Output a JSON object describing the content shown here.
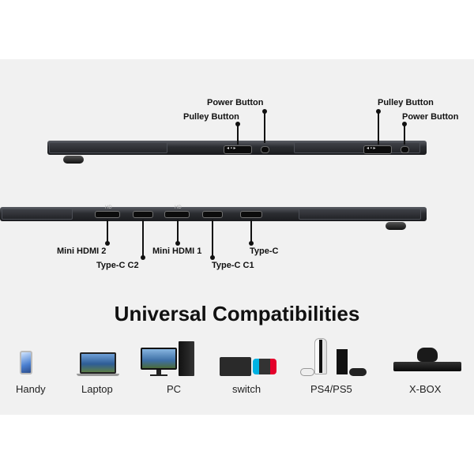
{
  "top_view": {
    "labels": {
      "power_button_left": "Power Button",
      "pulley_button_left": "Pulley Button",
      "pulley_button_right": "Pulley Button",
      "power_button_right": "Power Button"
    }
  },
  "bottom_view": {
    "ports": [
      {
        "name": "Mini HDMI 2",
        "icon": "HD"
      },
      {
        "name": "Type-C C2",
        "icon": "usb-c"
      },
      {
        "name": "Mini HDMI 1",
        "icon": "HD"
      },
      {
        "name": "Type-C C1",
        "icon": "usb-c"
      },
      {
        "name": "Type-C",
        "icon": "power-delivery"
      }
    ]
  },
  "heading": "Universal Compatibilities",
  "devices": [
    {
      "label": "Handy",
      "icon": "smartphone-icon"
    },
    {
      "label": "Laptop",
      "icon": "laptop-icon"
    },
    {
      "label": "PC",
      "icon": "desktop-pc-icon"
    },
    {
      "label": "switch",
      "icon": "nintendo-switch-icon"
    },
    {
      "label": "PS4/PS5",
      "icon": "playstation-icon"
    },
    {
      "label": "X-BOX",
      "icon": "xbox-icon"
    }
  ],
  "colors": {
    "panel_bg": "#f1f1f1",
    "device_body": "#2b2d31",
    "text": "#111111",
    "switch_red": "#e4002b",
    "switch_blue": "#00b2e3"
  }
}
